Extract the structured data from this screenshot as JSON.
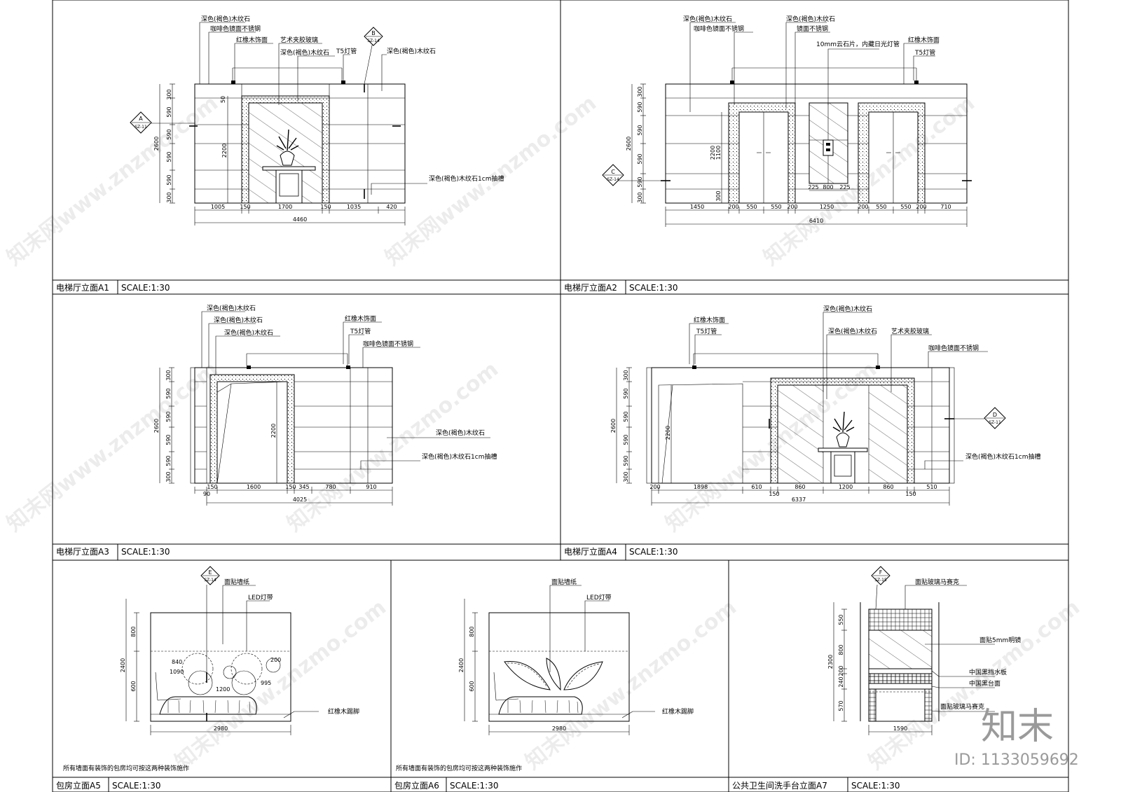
{
  "panels": {
    "a1": {
      "title": "电梯厅立面A1",
      "scale": "SCALE:1:30",
      "callouts": [
        "深色(褐色)木纹石",
        "咖啡色镜面不锈钢",
        "红橡木饰面",
        "艺术夹胶玻璃",
        "深色(褐色)木纹石",
        "T5灯管",
        "深色(褐色)木纹石",
        "深色(褐色)木纹石1cm抽槽"
      ],
      "section_marks": [
        {
          "letter": "A",
          "ref": "SZ-11"
        },
        {
          "letter": "B",
          "ref": "SZ-14"
        }
      ],
      "dims_h": [
        "1005",
        "150",
        "1700",
        "150",
        "1035",
        "420"
      ],
      "total": "4460",
      "dims_v": [
        "300",
        "590",
        "590",
        "590",
        "590",
        "300"
      ],
      "height": "2600",
      "inner_h": "2200",
      "gap": "50"
    },
    "a2": {
      "title": "电梯厅立面A2",
      "scale": "SCALE:1:30",
      "callouts": [
        "深色(褐色)木纹石",
        "咖啡色镜面不锈钢",
        "深色(褐色)木纹石",
        "镜面不锈钢",
        "10mm云石片，内藏日光灯管",
        "红橡木饰面",
        "T5灯管"
      ],
      "section_marks": [
        {
          "letter": "C",
          "ref": "SZ-14"
        }
      ],
      "dims_h": [
        "1450",
        "200",
        "550",
        "550",
        "200",
        "1250",
        "200",
        "550",
        "550",
        "200",
        "710"
      ],
      "total": "6410",
      "dims_sub": [
        "225",
        "800",
        "225"
      ],
      "dims_v": [
        "300",
        "590",
        "590",
        "590",
        "590",
        "300"
      ],
      "height": "2600",
      "inner_h": "2200",
      "inner_v": [
        "300",
        "1100"
      ]
    },
    "a3": {
      "title": "电梯厅立面A3",
      "scale": "SCALE:1:30",
      "callouts": [
        "深色(褐色)木纹石",
        "深色(褐色)木纹石",
        "深色(褐色)木纹石",
        "红橡木饰面",
        "T5灯管",
        "咖啡色镜面不锈钢",
        "深色(褐色)木纹石",
        "深色(褐色)木纹石1cm抽槽"
      ],
      "dims_h": [
        "90",
        "150",
        "1600",
        "150",
        "345",
        "780",
        "910"
      ],
      "total": "4025",
      "dims_v": [
        "300",
        "590",
        "590",
        "590",
        "590",
        "300"
      ],
      "height": "2600",
      "inner_h": "2200"
    },
    "a4": {
      "title": "电梯厅立面A4",
      "scale": "SCALE:1:30",
      "callouts": [
        "红橡木饰面",
        "T5灯管",
        "深色(褐色)木纹石",
        "深色(褐色)木纹石",
        "艺术夹胶玻璃",
        "咖啡色镜面不锈钢",
        "深色(褐色)木纹石1cm抽槽"
      ],
      "section_marks": [
        {
          "letter": "D",
          "ref": "SZ-11"
        }
      ],
      "dims_h": [
        "200",
        "1898",
        "610",
        "150",
        "860",
        "1200",
        "860",
        "150",
        "510"
      ],
      "total": "6337",
      "dims_v": [
        "300",
        "590",
        "590",
        "590",
        "590",
        "300"
      ],
      "height": "2600",
      "inner_h": "2200"
    },
    "a5": {
      "title": "包房立面A5",
      "scale": "SCALE:1:30",
      "callouts": [
        "面贴墙纸",
        "LED灯带",
        "红橡木踢脚"
      ],
      "section_marks": [
        {
          "letter": "E",
          "ref": "SZ-14"
        }
      ],
      "circle_dims": [
        "840",
        "1090",
        "1200",
        "995",
        "200"
      ],
      "dims_v": [
        "800",
        "600"
      ],
      "height": "2400",
      "total": "2980",
      "note": "所有墙面有装饰的包房均可按这两种装饰施作"
    },
    "a6": {
      "title": "包房立面A6",
      "scale": "SCALE:1:30",
      "callouts": [
        "面贴墙纸",
        "LED灯带",
        "红橡木踢脚"
      ],
      "dims_v": [
        "800",
        "600"
      ],
      "height": "2400",
      "total": "2980",
      "note": "所有墙面有装饰的包房均可按这两种装饰施作"
    },
    "a7": {
      "title": "公共卫生间洗手台立面A7",
      "scale": "SCALE:1:30",
      "callouts": [
        "面贴玻璃马赛克",
        "面贴5mm明镜",
        "中国黑挡水板",
        "中国黑台面",
        "面贴玻璃马赛克"
      ],
      "section_marks": [
        {
          "letter": "F",
          "ref": "SZ-15"
        }
      ],
      "dims_v": [
        "550",
        "800",
        "200",
        "240",
        "570"
      ],
      "height": "2300",
      "total": "1590"
    }
  },
  "watermarks": [
    "知末网www.znzmo.com"
  ],
  "brand": {
    "logo": "知末",
    "id_label": "ID: 1133059692"
  }
}
